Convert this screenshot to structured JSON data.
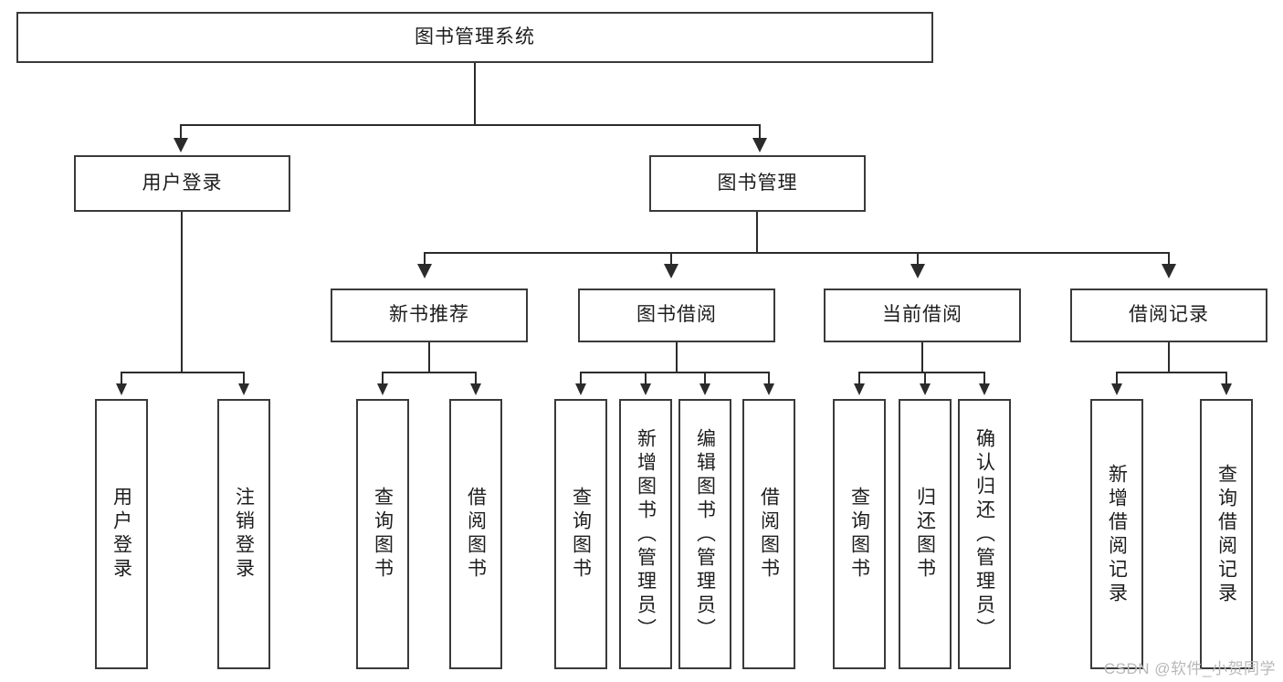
{
  "diagram": {
    "title": "图书管理系统",
    "type": "hierarchy-tree",
    "root": {
      "id": "root",
      "label": "图书管理系统"
    },
    "level2": [
      {
        "id": "user-login",
        "label": "用户登录"
      },
      {
        "id": "book-management",
        "label": "图书管理"
      }
    ],
    "level3": [
      {
        "id": "new-book-recommend",
        "label": "新书推荐",
        "parent": "book-management"
      },
      {
        "id": "book-borrow",
        "label": "图书借阅",
        "parent": "book-management"
      },
      {
        "id": "current-borrow",
        "label": "当前借阅",
        "parent": "book-management"
      },
      {
        "id": "borrow-record",
        "label": "借阅记录",
        "parent": "book-management"
      }
    ],
    "leaves": {
      "user_login": [
        {
          "id": "leaf-user-login",
          "label": "用户登录"
        },
        {
          "id": "leaf-logout-login",
          "label": "注销登录"
        }
      ],
      "new_book_recommend": [
        {
          "id": "leaf-query-book-1",
          "label": "查询图书"
        },
        {
          "id": "leaf-borrow-book-1",
          "label": "借阅图书"
        }
      ],
      "book_borrow": [
        {
          "id": "leaf-query-book-2",
          "label": "查询图书"
        },
        {
          "id": "leaf-add-book",
          "label": "新增图书（管理员）"
        },
        {
          "id": "leaf-edit-book",
          "label": "编辑图书（管理员）"
        },
        {
          "id": "leaf-borrow-book-2",
          "label": "借阅图书"
        }
      ],
      "current_borrow": [
        {
          "id": "leaf-query-book-3",
          "label": "查询图书"
        },
        {
          "id": "leaf-return-book",
          "label": "归还图书"
        },
        {
          "id": "leaf-confirm-return",
          "label": "确认归还（管理员）"
        }
      ],
      "borrow_record": [
        {
          "id": "leaf-add-record",
          "label": "新增借阅记录"
        },
        {
          "id": "leaf-query-record",
          "label": "查询借阅记录"
        }
      ]
    }
  },
  "watermark": {
    "text": "CSDN @软件_小贺同学"
  },
  "colors": {
    "box_border": "#3a3a3a",
    "line": "#2b2b2b",
    "text": "#1d1d1d",
    "background": "#ffffff",
    "watermark": "#b8b8b8"
  }
}
